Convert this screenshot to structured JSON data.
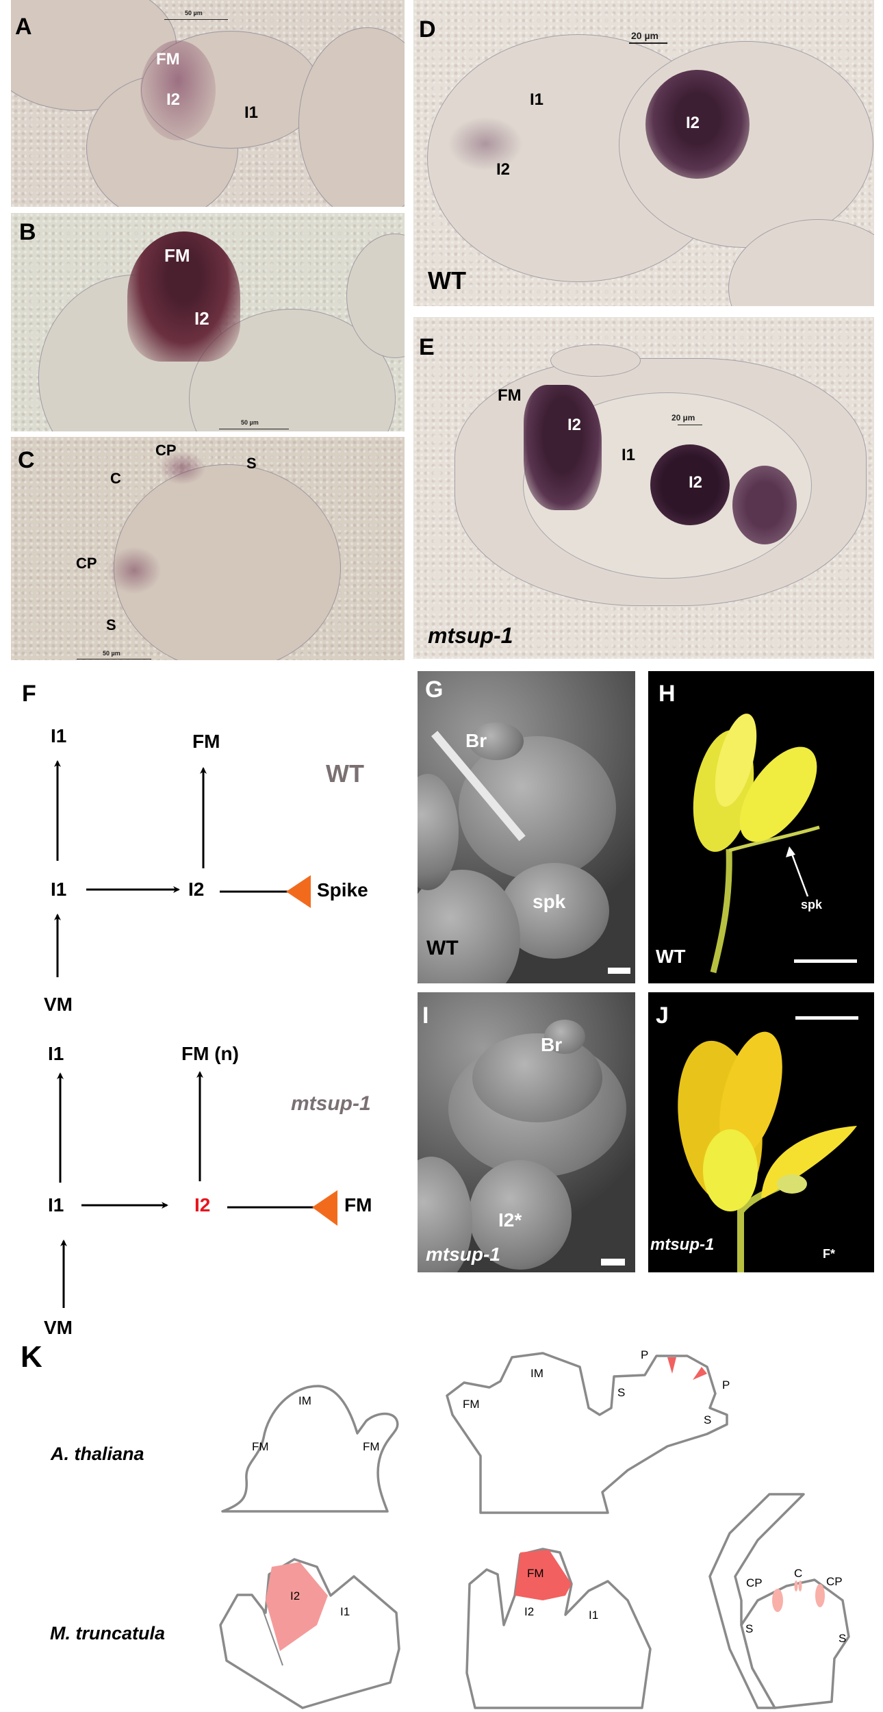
{
  "colors": {
    "stain": "#3d1f33",
    "inhibition_arrowhead": "#f26b1d",
    "mutant_i2": "#e8141e",
    "genotype_label_gray": "#7a7072",
    "k_pink": "#f59a9a",
    "k_red": "#f26060"
  },
  "panels": {
    "A": {
      "letter": "A",
      "scale": "50 µm",
      "labels": [
        "FM",
        "I2",
        "I1"
      ]
    },
    "B": {
      "letter": "B",
      "scale": "50 µm",
      "labels": [
        "FM",
        "I2"
      ]
    },
    "C": {
      "letter": "C",
      "scale": "50 µm",
      "labels": [
        "CP",
        "S",
        "C",
        "CP",
        "S"
      ]
    },
    "D": {
      "letter": "D",
      "scale": "20 µm",
      "labels": [
        "I1",
        "I2",
        "I2"
      ],
      "genotype": "WT"
    },
    "E": {
      "letter": "E",
      "scale": "20 µm",
      "labels": [
        "FM",
        "I2",
        "I1",
        "I2"
      ],
      "genotype": "mtsup-1"
    },
    "G": {
      "letter": "G",
      "labels": [
        "Br",
        "spk"
      ],
      "genotype": "WT"
    },
    "H": {
      "letter": "H",
      "labels": [
        "spk"
      ],
      "genotype": "WT"
    },
    "I": {
      "letter": "I",
      "labels": [
        "Br",
        "I2*"
      ],
      "genotype": "mtsup-1"
    },
    "J": {
      "letter": "J",
      "labels": [
        "F*"
      ],
      "genotype": "mtsup-1"
    }
  },
  "diagram_f": {
    "letter": "F",
    "wt": {
      "genotype": "WT",
      "top_left": "I1",
      "top_mid": "FM",
      "row_left": "I1",
      "row_mid": "I2",
      "row_right": "Spike",
      "bottom": "VM"
    },
    "mutant": {
      "genotype": "mtsup-1",
      "top_left": "I1",
      "top_mid": "FM (n)",
      "row_left": "I1",
      "row_mid": "I2",
      "row_right": "FM",
      "bottom": "VM"
    }
  },
  "diagram_k": {
    "letter": "K",
    "species": [
      "A. thaliana",
      "M. truncatula"
    ],
    "at_small": [
      "IM",
      "FM",
      "FM"
    ],
    "at_large": [
      "IM",
      "FM",
      "S",
      "P",
      "P",
      "S"
    ],
    "mt_1": [
      "I2",
      "I1"
    ],
    "mt_2": [
      "FM",
      "I2",
      "I1"
    ],
    "mt_3": [
      "CP",
      "C",
      "CP",
      "S",
      "S"
    ]
  }
}
